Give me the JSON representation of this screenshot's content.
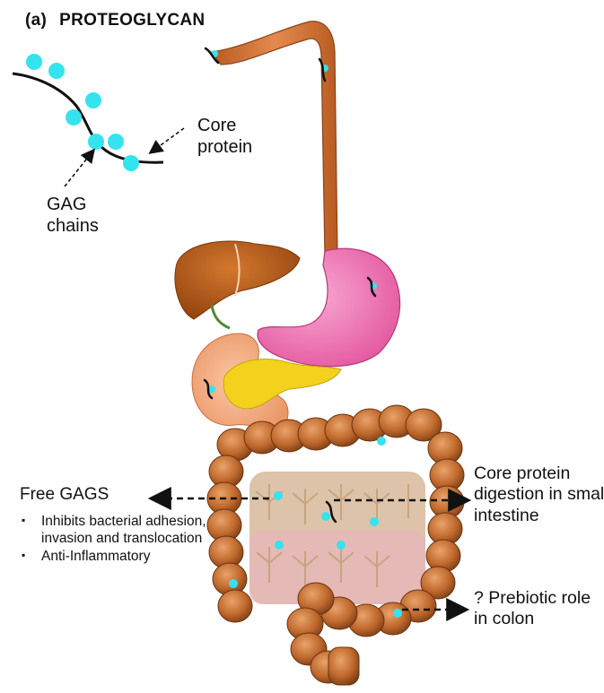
{
  "figure": {
    "panel_tag": "(a)",
    "title": "PROTEOGLYCAN",
    "core_protein_label": "Core\nprotein",
    "gag_chains_label": "GAG\nchains"
  },
  "annotations": {
    "free_gags_title": "Free GAGS",
    "free_gags_effects": [
      "Inhibits bacterial adhesion, invasion and translocation",
      "Anti-Inflammatory"
    ],
    "small_intestine_note": "Core protein digestion in small intestine",
    "colon_note": "? Prebiotic role in colon"
  },
  "colors": {
    "gag": "#35e3ee",
    "core_protein": "#111111",
    "esophagus": "#d97a3c",
    "liver": "#b85a1a",
    "stomach": "#f06fb0",
    "duodenum": "#f3a878",
    "pancreas": "#f2d21c",
    "colon": "#c9753a",
    "small_intestine": "#e9c8b2"
  }
}
